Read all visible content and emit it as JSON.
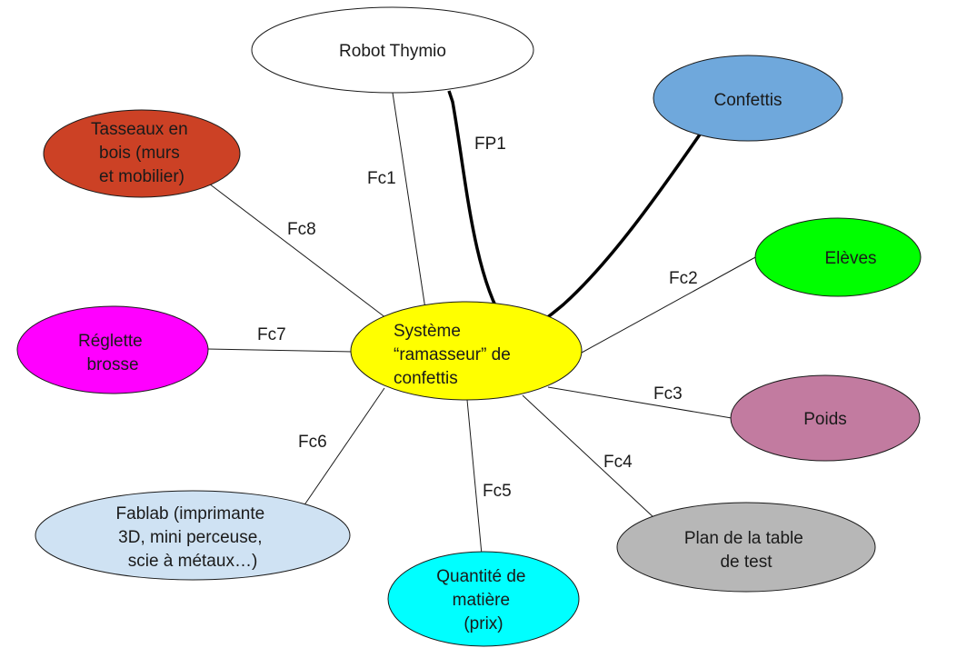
{
  "nodes": {
    "robot": {
      "lines": [
        "Robot Thymio"
      ],
      "color": "#ffffff"
    },
    "confettis": {
      "lines": [
        "Confettis"
      ],
      "color": "#6fa8dc"
    },
    "tasseaux": {
      "lines": [
        "Tasseaux en",
        "bois (murs",
        "et mobilier)"
      ],
      "color": "#cc4125"
    },
    "eleves": {
      "lines": [
        "Elèves"
      ],
      "color": "#00ff00"
    },
    "systeme": {
      "lines": [
        "Système",
        "“ramasseur” de",
        "confettis"
      ],
      "color": "#ffff00"
    },
    "reglette": {
      "lines": [
        "Réglette",
        "brosse"
      ],
      "color": "#ff00ff"
    },
    "poids": {
      "lines": [
        "Poids"
      ],
      "color": "#c27ba0"
    },
    "fablab": {
      "lines": [
        "Fablab (imprimante",
        "3D, mini perceuse,",
        "scie à métaux…)"
      ],
      "color": "#cfe2f3"
    },
    "plan": {
      "lines": [
        "Plan de la table",
        "de test"
      ],
      "color": "#b7b7b7"
    },
    "quantite": {
      "lines": [
        "Quantité de",
        "matière",
        "(prix)"
      ],
      "color": "#00ffff"
    }
  },
  "edges": {
    "fp1": "FP1",
    "fc1": "Fc1",
    "fc2": "Fc2",
    "fc3": "Fc3",
    "fc4": "Fc4",
    "fc5": "Fc5",
    "fc6": "Fc6",
    "fc7": "Fc7",
    "fc8": "Fc8"
  }
}
